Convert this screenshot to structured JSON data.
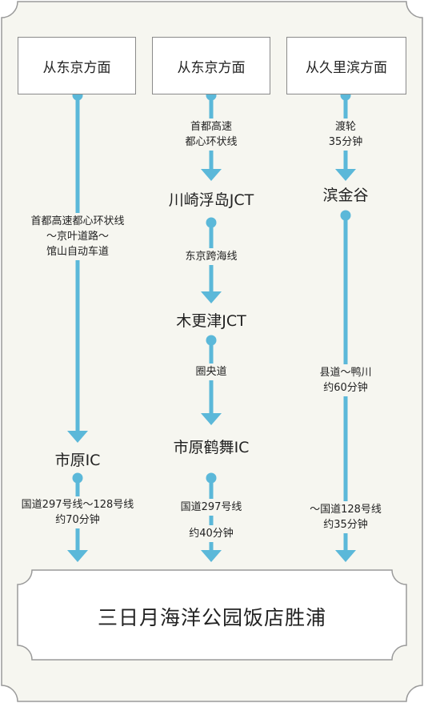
{
  "colors": {
    "route": "#5bb8d9",
    "panel": "#f6f6f0",
    "frame": "#9a9a9a"
  },
  "origins": [
    "从东京方面",
    "从东京方面",
    "从久里滨方面"
  ],
  "col1": {
    "route_label": [
      "首都高速都心环状线",
      "～京叶道路～",
      "馆山自动车道"
    ],
    "node": "市原IC",
    "final_label": [
      "国道297号线～128号线",
      "约70分钟"
    ]
  },
  "col2": {
    "route1_label": [
      "首都高速",
      "都心环状线"
    ],
    "node1": "川崎浮岛JCT",
    "route2_label": "东京跨海线",
    "node2": "木更津JCT",
    "route3_label": "圈央道",
    "node3": "市原鹤舞IC",
    "final_label1": "国道297号线",
    "final_label2": "约40分钟"
  },
  "col3": {
    "route1_label": [
      "渡轮",
      "35分钟"
    ],
    "node1": "滨金谷",
    "route2_label": [
      "县道～鸭川",
      "约60分钟"
    ],
    "final_label": [
      "～国道128号线",
      "约35分钟"
    ]
  },
  "destination": "三日月海洋公园饭店胜浦"
}
